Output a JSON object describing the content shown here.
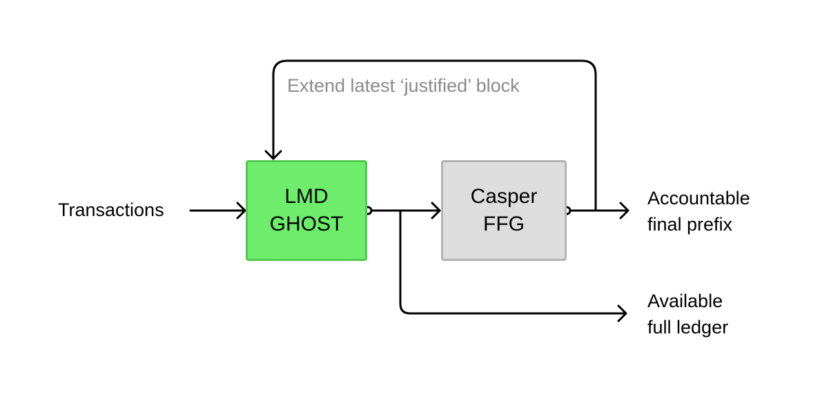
{
  "nodes": {
    "lmd_ghost": {
      "line1": "LMD",
      "line2": "GHOST",
      "fill": "#6ded6b",
      "border": "#4fca4f"
    },
    "casper_ffg": {
      "line1": "Casper",
      "line2": "FFG",
      "fill": "#dddddd",
      "border": "#b3b3b3"
    }
  },
  "inputs": {
    "transactions": "Transactions"
  },
  "outputs": {
    "accountable": {
      "line1": "Accountable",
      "line2": "final prefix"
    },
    "available": {
      "line1": "Available",
      "line2": "full ledger"
    }
  },
  "feedback": {
    "label": "Extend latest ‘justified’ block",
    "color": "#8a8a8a"
  },
  "colors": {
    "line": "#000000",
    "text": "#000000"
  }
}
